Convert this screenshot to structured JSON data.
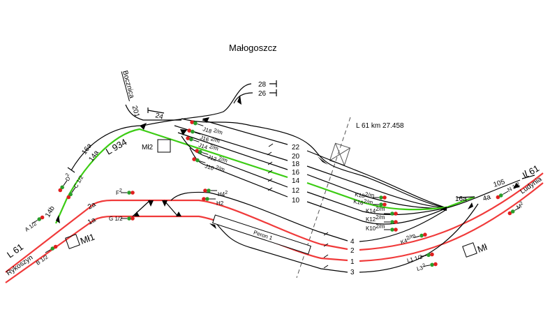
{
  "title": "Małogoszcz",
  "colors": {
    "main_track": "#f03a3a",
    "route_track": "#3ccc14",
    "track": "#000000"
  },
  "km_marker": "L 61  km  27.458",
  "lines": {
    "left_line": "L 61",
    "left_direction": "Rykoszyn",
    "right_line": "L 61",
    "right_direction": "Ludynia",
    "branch_line": "L 934",
    "siding": "Bocznica",
    "siding_number": "201"
  },
  "posts": {
    "ml1": "Mł1",
    "ml2": "Mł2",
    "ml": "Mł"
  },
  "platform": "Peron 1",
  "tracks": {
    "t22": "22",
    "t20": "20",
    "t18": "18",
    "t16": "16",
    "t14": "14",
    "t12": "12",
    "t10": "10",
    "t4": "4",
    "t2": "2",
    "t1": "1",
    "t3": "3",
    "t2a": "2a",
    "t1a": "1a",
    "t4a": "4a",
    "t14a": "14a",
    "t14b": "14b",
    "t16a_left": "16a",
    "t16a_right": "16a",
    "t24": "24",
    "t26": "26",
    "t28": "28",
    "t105": "105"
  },
  "signals": {
    "A": {
      "name": "A",
      "sup": "1/2"
    },
    "B": {
      "name": "B",
      "sup": "1/2"
    },
    "C": {
      "name": "C",
      "sup": "1/2"
    },
    "D": {
      "name": "D",
      "sup": "2"
    },
    "F": {
      "name": "F",
      "sup": "2"
    },
    "G": {
      "name": "G",
      "sup": "1/2"
    },
    "H4": {
      "name": "H4",
      "sup": "2"
    },
    "H2": {
      "name": "H2",
      "sup": ""
    },
    "J18": {
      "name": "J18",
      "sup": "2/m"
    },
    "J16": {
      "name": "J16",
      "sup": "2/m"
    },
    "J14": {
      "name": "J14",
      "sup": "2/m"
    },
    "J12": {
      "name": "J12",
      "sup": "2/m"
    },
    "J10": {
      "name": "J10",
      "sup": "2/m"
    },
    "K18": {
      "name": "K18",
      "sup": "2/m"
    },
    "K16": {
      "name": "K16",
      "sup": "2/m"
    },
    "K14": {
      "name": "K14",
      "sup": "2/m"
    },
    "K12": {
      "name": "K12",
      "sup": "2/m"
    },
    "K10": {
      "name": "K10",
      "sup": "2/m"
    },
    "K4": {
      "name": "K4",
      "sup": "2/m"
    },
    "L1": {
      "name": "L1",
      "sup": "1/2"
    },
    "L3": {
      "name": "L3",
      "sup": "2"
    },
    "N": {
      "name": "N",
      "sup": "1/2"
    },
    "M": {
      "name": "M",
      "sup": "2"
    }
  }
}
